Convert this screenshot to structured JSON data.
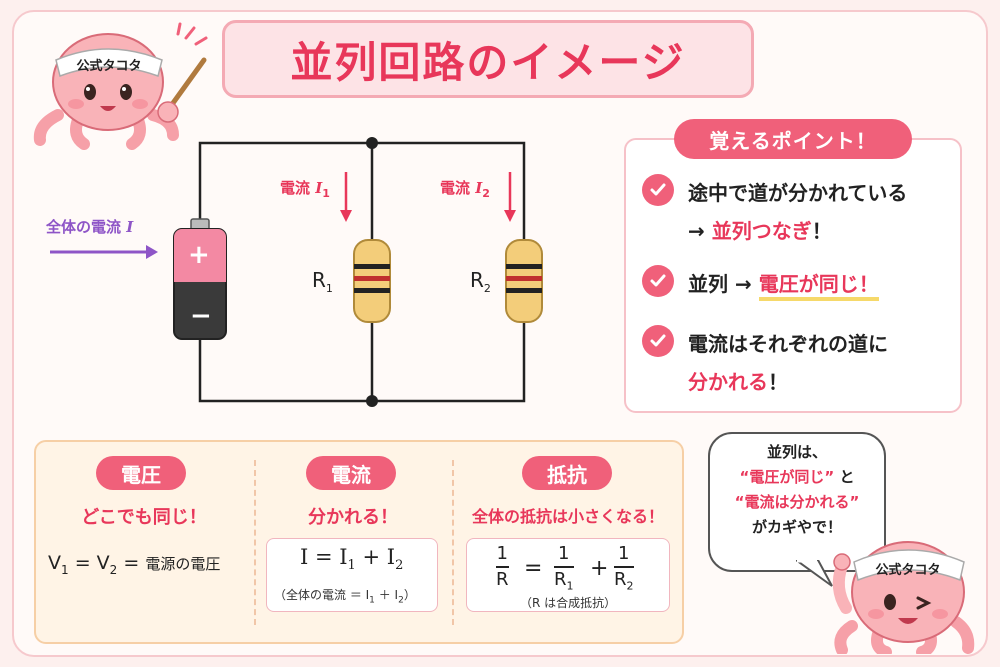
{
  "title": "並列回路のイメージ",
  "mascot": {
    "headband": "公式タコタ"
  },
  "circuit": {
    "total_current_label": "全体の電流",
    "total_current_symbol": "I",
    "branch1_label": "電流",
    "branch1_symbol": "I",
    "branch1_sub": "1",
    "branch2_label": "電流",
    "branch2_symbol": "I",
    "branch2_sub": "2",
    "battery_plus": "+",
    "battery_minus": "−",
    "r1": "R",
    "r1_sub": "1",
    "r2": "R",
    "r2_sub": "2"
  },
  "points": {
    "header": "覚えるポイント！",
    "items": [
      {
        "line1": "途中で道が分かれている",
        "arrow": "→",
        "line2_highlight": "並列つなぎ",
        "line2_end": "！"
      },
      {
        "prefix": "並列",
        "arrow": "→",
        "highlight": "電圧が同じ",
        "end": "！"
      },
      {
        "line1": "電流はそれぞれの道に",
        "line2_highlight": "分かれる",
        "line2_end": "！"
      }
    ]
  },
  "summary": {
    "voltage": {
      "tag": "電圧",
      "subtitle": "どこでも同じ！",
      "eq_v": "V",
      "eq_sub1": "1",
      "eq_eq": "=",
      "eq_sub2": "2",
      "eq_tail": "電源の電圧"
    },
    "current": {
      "tag": "電流",
      "subtitle": "分かれる！",
      "eq": "I = I",
      "sub1": "1",
      "plus": " + I",
      "sub2": "2",
      "note_pre": "（全体の電流 ＝ I",
      "note_sub1": "1",
      "note_mid": " ＋ I",
      "note_sub2": "2",
      "note_end": "）"
    },
    "resistance": {
      "tag": "抵抗",
      "subtitle": "全体の抵抗は小さくなる！",
      "one": "1",
      "r": "R",
      "r1_sub": "1",
      "r2_sub": "2",
      "eq": "=",
      "plus": "+",
      "note": "（R は合成抵抗）"
    }
  },
  "bubble": {
    "line1": "並列は、",
    "line2_highlight": "“電圧が同じ”",
    "line2_end": " と",
    "line3_highlight": "“電流は分かれる”",
    "line4": "がカギやで！"
  },
  "colors": {
    "accent": "#f0607a",
    "title": "#e8375a",
    "purple": "#8e55c7"
  }
}
